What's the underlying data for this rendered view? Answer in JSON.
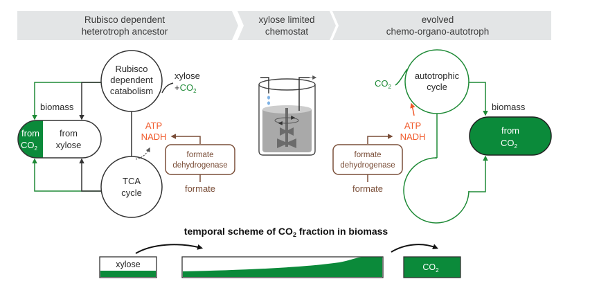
{
  "header": {
    "stages": [
      {
        "line1": "Rubisco dependent",
        "line2": "heterotroph ancestor"
      },
      {
        "line1": "xylose limited",
        "line2": "chemostat"
      },
      {
        "line1": "evolved",
        "line2": "chemo-organo-autotroph"
      }
    ]
  },
  "ancestor": {
    "catabolism": {
      "line1": "Rubisco",
      "line2": "dependent",
      "line3": "catabolism"
    },
    "substrate": {
      "line1": "xylose",
      "line2_prefix": "+",
      "co2": "CO",
      "co2_sub": "2"
    },
    "biomass_label": "biomass",
    "biomass_from_co2": {
      "line1": "from",
      "line2": "CO",
      "sub": "2"
    },
    "biomass_from_xylose": {
      "line1": "from",
      "line2": "xylose"
    },
    "tca": {
      "line1": "TCA",
      "line2": "cycle"
    },
    "energy": {
      "line1": "ATP",
      "line2": "NADH"
    },
    "fdh": {
      "line1": "formate",
      "line2": "dehydrogenase"
    },
    "formate": "formate"
  },
  "evolved": {
    "co2_input": {
      "text": "CO",
      "sub": "2"
    },
    "autotrophic": {
      "line1": "autotrophic",
      "line2": "cycle"
    },
    "energy": {
      "line1": "ATP",
      "line2": "NADH"
    },
    "fdh": {
      "line1": "formate",
      "line2": "dehydrogenase"
    },
    "formate": "formate",
    "biomass_label": "biomass",
    "biomass_from_co2": {
      "line1": "from",
      "line2": "CO",
      "sub": "2"
    }
  },
  "temporal": {
    "title_prefix": "temporal scheme of CO",
    "title_sub": "2",
    "title_suffix": " fraction in biomass",
    "start_label": "xylose",
    "end_label": "CO",
    "end_sub": "2"
  },
  "colors": {
    "green": "#1e8a36",
    "dark_green": "#0b8a3a",
    "orange": "#f0592a",
    "brown": "#7a4e38",
    "header_bg": "#e3e5e6"
  }
}
